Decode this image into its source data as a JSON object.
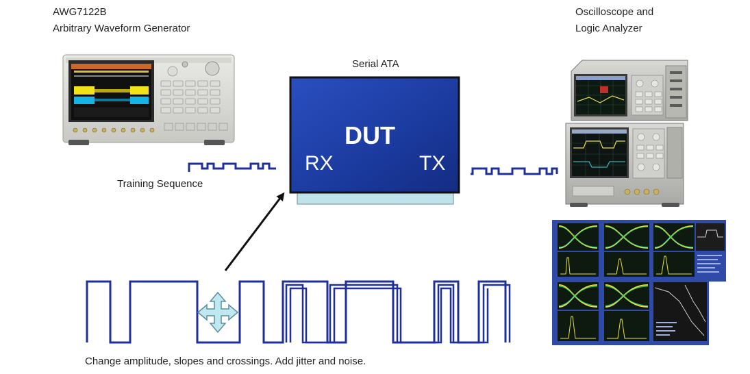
{
  "awg": {
    "model": "AWG7122B",
    "name": "Arbitrary Waveform Generator"
  },
  "scope": {
    "line1": "Oscilloscope and",
    "line2": "Logic Analyzer"
  },
  "dut": {
    "title": "Serial ATA",
    "label": "DUT",
    "rx": "RX",
    "tx": "TX"
  },
  "training_label": "Training Sequence",
  "caption": "Change amplitude, slopes and crossings. Add jitter and noise.",
  "colors": {
    "signal": "#1f2f9a",
    "dut_fill": "#1b3a9e",
    "dut_border": "#111111",
    "dut_base": "#bfe3ea",
    "move_icon": "#bfe8f0",
    "eye_bg": "#2f4aa7"
  }
}
